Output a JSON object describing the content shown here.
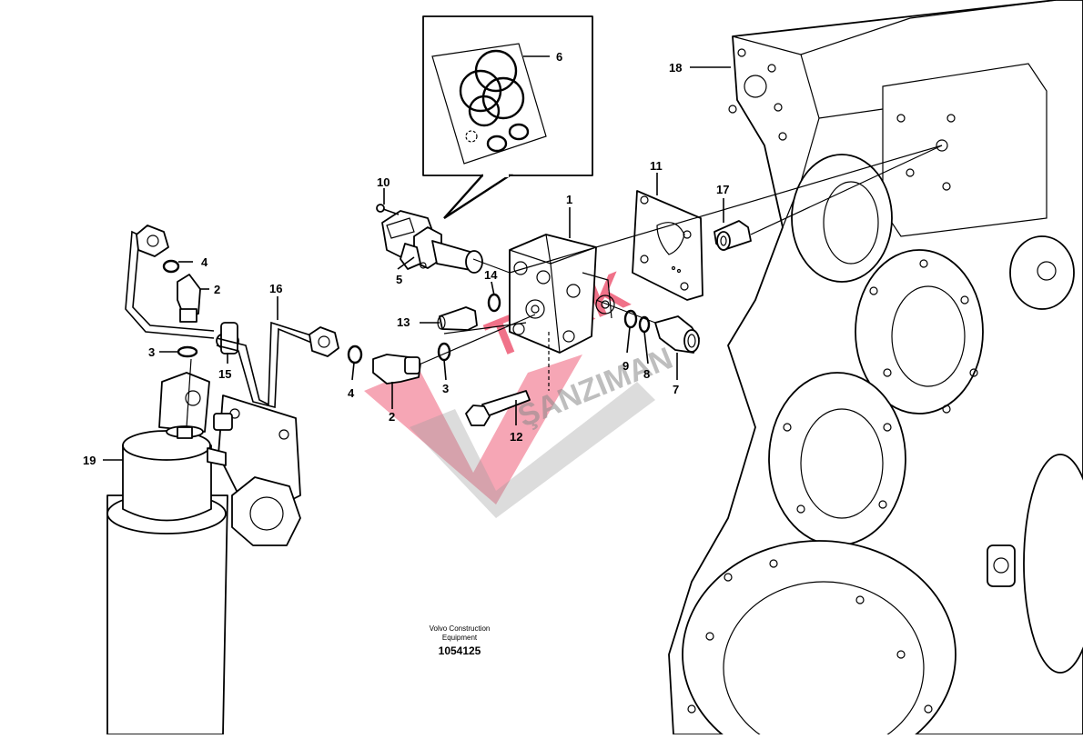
{
  "callouts": [
    {
      "id": "1",
      "text": "1"
    },
    {
      "id": "2a",
      "text": "2"
    },
    {
      "id": "2b",
      "text": "2"
    },
    {
      "id": "3a",
      "text": "3"
    },
    {
      "id": "3b",
      "text": "3"
    },
    {
      "id": "4a",
      "text": "4"
    },
    {
      "id": "4b",
      "text": "4"
    },
    {
      "id": "5",
      "text": "5"
    },
    {
      "id": "6",
      "text": "6"
    },
    {
      "id": "7",
      "text": "7"
    },
    {
      "id": "8",
      "text": "8"
    },
    {
      "id": "9",
      "text": "9"
    },
    {
      "id": "10",
      "text": "10"
    },
    {
      "id": "11",
      "text": "11"
    },
    {
      "id": "12",
      "text": "12"
    },
    {
      "id": "13",
      "text": "13"
    },
    {
      "id": "14",
      "text": "14"
    },
    {
      "id": "15",
      "text": "15"
    },
    {
      "id": "16",
      "text": "16"
    },
    {
      "id": "17",
      "text": "17"
    },
    {
      "id": "18",
      "text": "18"
    },
    {
      "id": "19",
      "text": "19"
    }
  ],
  "caption": {
    "line1": "Volvo Construction",
    "line2": "Equipment",
    "number": "1054125"
  },
  "watermark": {
    "brand": "TÜRK",
    "sub": "ŞANZIMAN",
    "color": "#e5002a"
  }
}
